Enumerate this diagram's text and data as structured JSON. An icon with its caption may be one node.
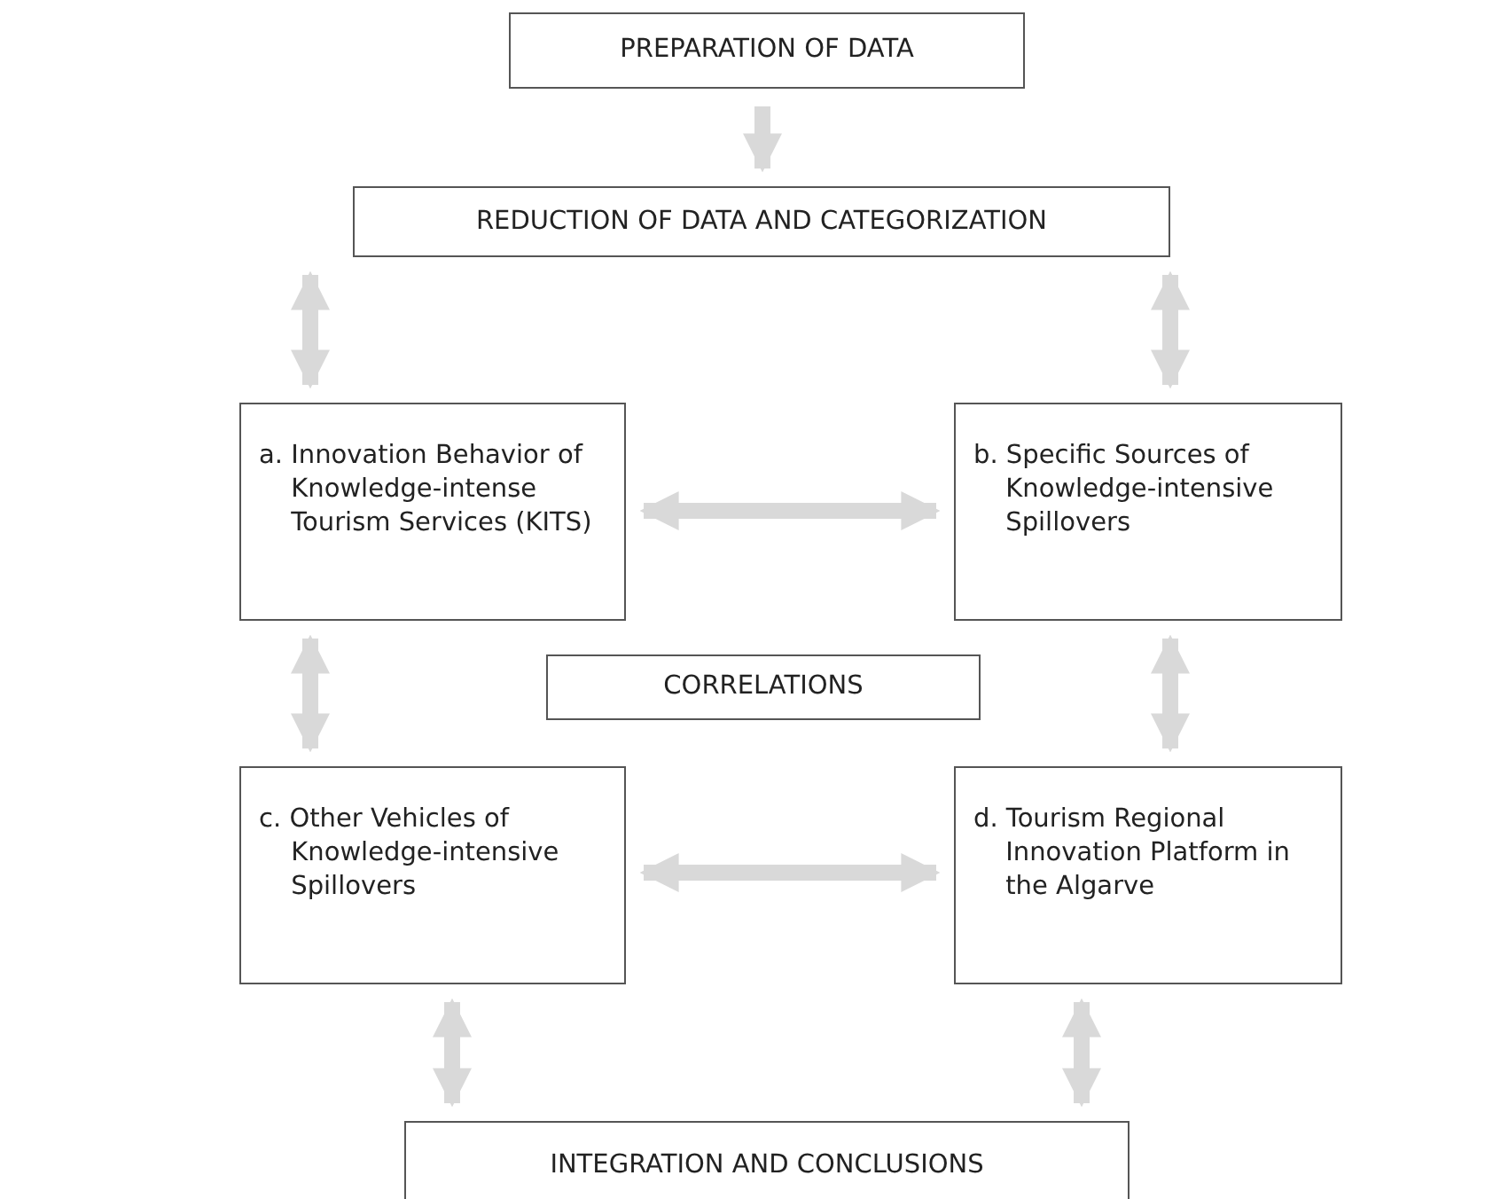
{
  "diagram": {
    "nodes": [
      {
        "text": [
          "PREPARATION OF DATA"
        ]
      },
      {
        "text": [
          "REDUCTION OF DATA AND CATEGORIZATION"
        ]
      },
      {
        "text": [
          "a. Innovation Behavior of Knowledge-intense Tourism Services (KITS)"
        ]
      },
      {
        "text": [
          "b. Specific Sources of Knowledge-intensive Spillovers"
        ]
      },
      {
        "text": [
          "CORRELATIONS"
        ]
      },
      {
        "text": [
          "c. Other Vehicles of Knowledge-intensive Spillovers"
        ]
      },
      {
        "text": [
          "d. Tourism Regional Innovation Platform in the Algarve"
        ]
      },
      {
        "text": [
          "INTEGRATION AND CONCLUSIONS"
        ]
      }
    ],
    "edges": [
      {
        "from": 0,
        "to": 1,
        "arrow": "to"
      },
      {
        "from": 1,
        "to": 2,
        "arrow": "both"
      },
      {
        "from": 1,
        "to": 3,
        "arrow": "both"
      },
      {
        "from": 2,
        "to": 3,
        "arrow": "both"
      },
      {
        "from": 2,
        "to": 5,
        "arrow": "both"
      },
      {
        "from": 3,
        "to": 6,
        "arrow": "both"
      },
      {
        "from": 5,
        "to": 6,
        "arrow": "both"
      },
      {
        "from": 5,
        "to": 7,
        "arrow": "both"
      },
      {
        "from": 6,
        "to": 7,
        "arrow": "both"
      }
    ]
  }
}
